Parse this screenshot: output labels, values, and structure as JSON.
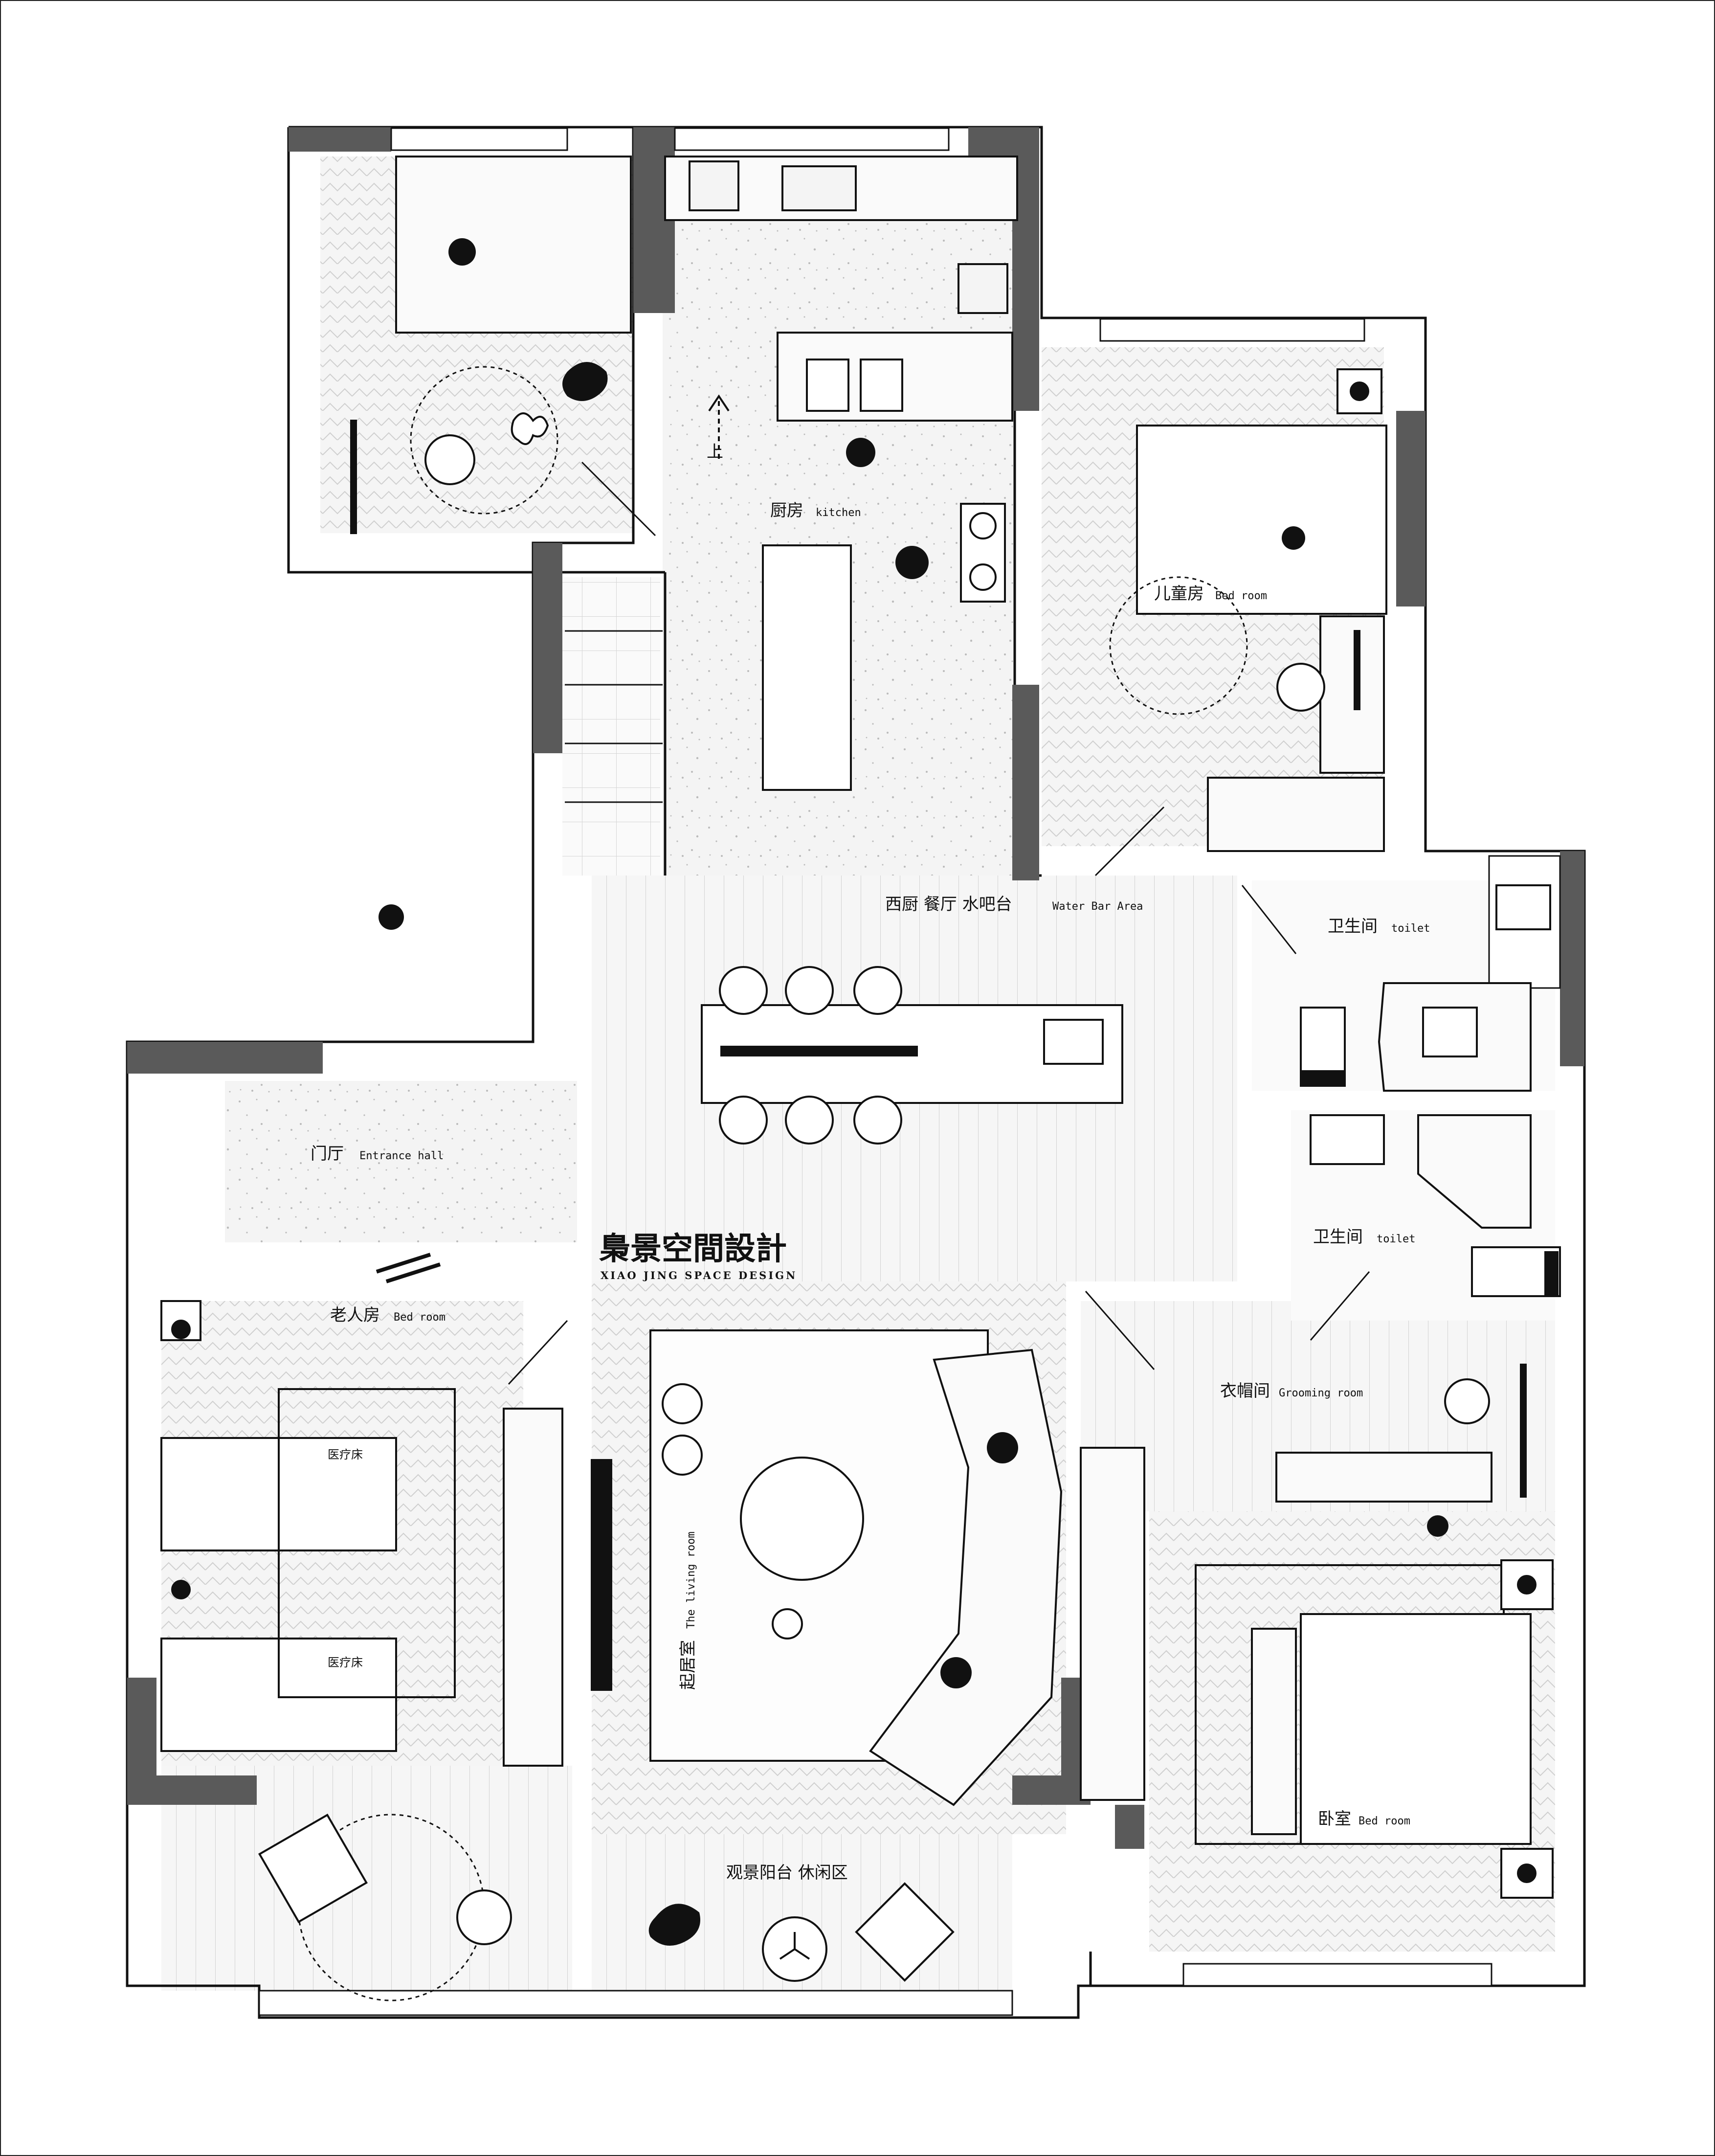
{
  "rooms": {
    "kitchen": {
      "cn": "厨房",
      "en": "kitchen"
    },
    "up": "上",
    "kids_room": {
      "cn": "儿童房",
      "en": "Bed room"
    },
    "dining": {
      "cn": "西厨  餐厅  水吧台",
      "en": "Water Bar Area"
    },
    "toilet_1": {
      "cn": "卫生间",
      "en": "toilet"
    },
    "toilet_2": {
      "cn": "卫生间",
      "en": "toilet"
    },
    "entrance": {
      "cn": "门厅",
      "en": "Entrance hall"
    },
    "elder_room": {
      "cn": "老人房",
      "en": "Bed room"
    },
    "medical_bed_1": "医疗床",
    "medical_bed_2": "医疗床",
    "living": {
      "cn": "起居室",
      "en": "The living room"
    },
    "grooming": {
      "cn": "衣帽间",
      "en": "Grooming room"
    },
    "master": {
      "cn": "卧室",
      "en": "Bed room"
    },
    "balcony": {
      "cn": "观景阳台  休闲区"
    }
  },
  "brand": {
    "cn": "梟景空間設計",
    "en": "XIAO JING SPACE DESIGN"
  },
  "colors": {
    "wall": "#5a5a5a",
    "line": "#111111",
    "floor": "#f3f3f3",
    "paper": "#ffffff"
  }
}
